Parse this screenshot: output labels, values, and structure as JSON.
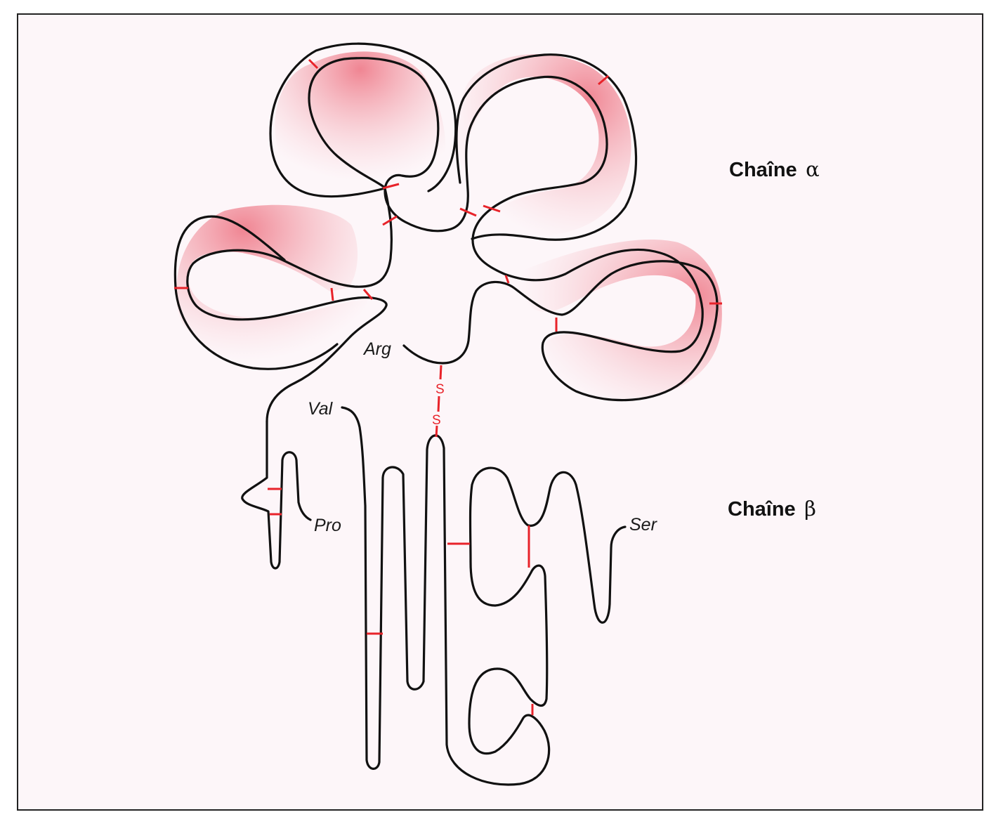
{
  "colors": {
    "background": "#fdf6f9",
    "chain_stroke": "#111111",
    "disulfide": "#e8232a",
    "loop_shade": "#f28b97"
  },
  "labels": {
    "chain_alpha_title": "Chaîne",
    "chain_alpha_greek": "α",
    "chain_beta_title": "Chaîne",
    "chain_beta_greek": "β",
    "arg": "Arg",
    "val": "Val",
    "pro": "Pro",
    "ser": "Ser",
    "sulfur_1": "S",
    "sulfur_2": "S"
  }
}
